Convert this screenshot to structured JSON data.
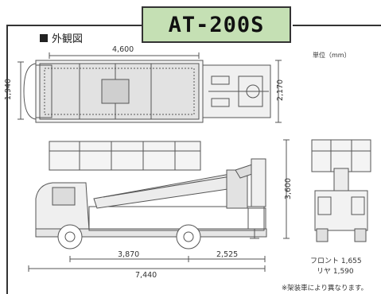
{
  "title": "AT-200S",
  "section": "外観図",
  "unit_label": "単位（mm）",
  "dimensions": {
    "top_length": "4,600",
    "top_width": "1,940",
    "body_width": "2,170",
    "height": "3,600",
    "wheelbase": "3,870",
    "rear_overhang": "2,525",
    "overall_length": "7,440"
  },
  "tread": {
    "front": "フロント 1,655",
    "rear": "リヤ 1,590"
  },
  "note": "※架装車により異なります。"
}
